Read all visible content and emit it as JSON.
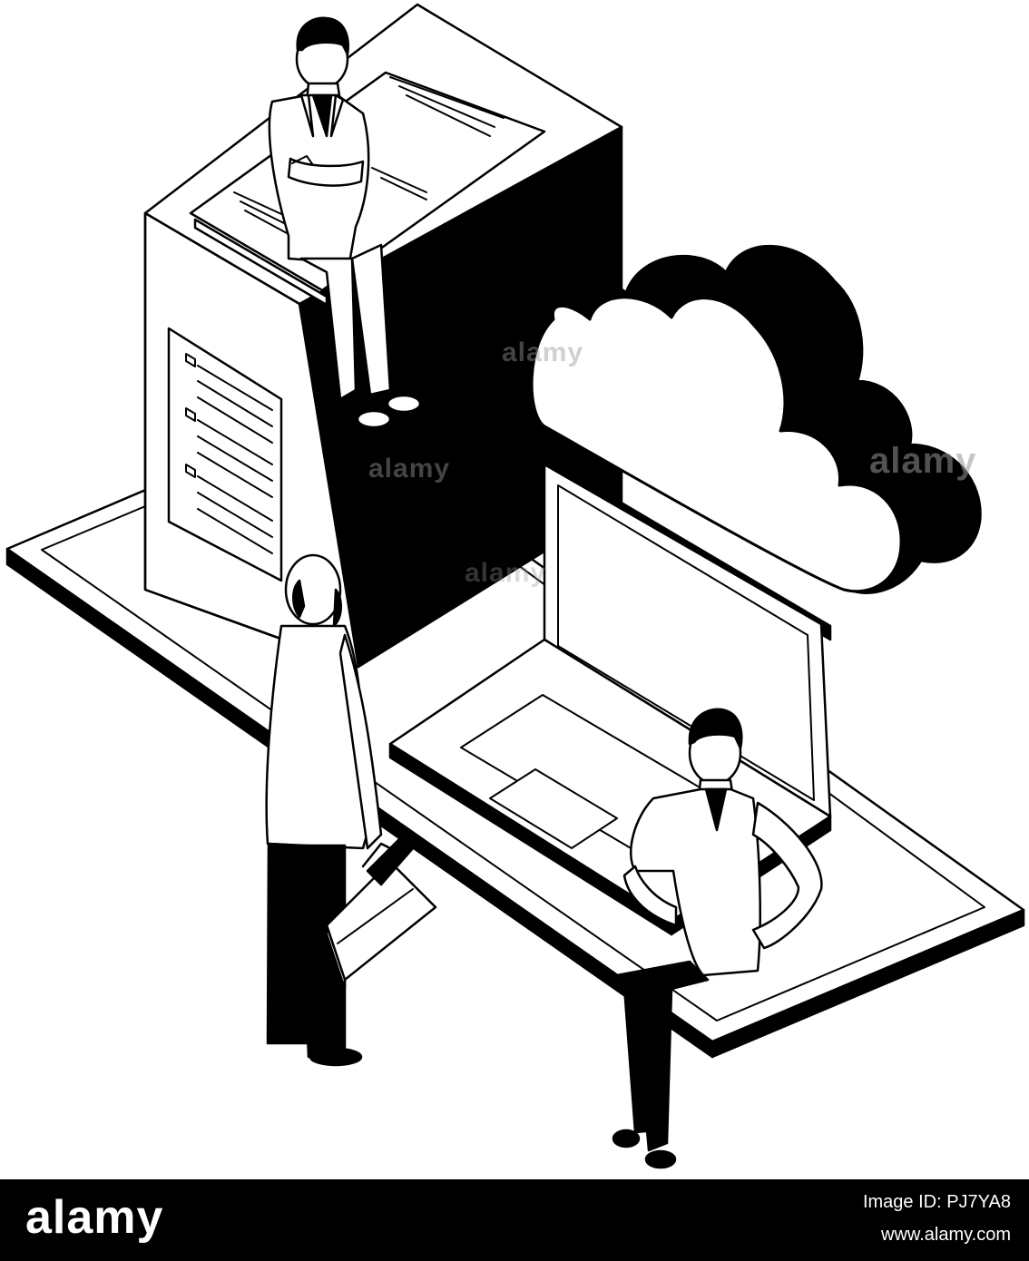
{
  "watermark": {
    "text": "alamy"
  },
  "footer": {
    "logo": "alamy",
    "image_id": "Image ID: PJ7YA8",
    "url": "www.alamy.com"
  },
  "colors": {
    "ink": "#000000",
    "paper": "#ffffff",
    "footer_bg": "#000000",
    "watermark": "#969696"
  },
  "icons": [
    "server-tower-icon",
    "cloud-icon",
    "laptop-icon",
    "smartphone-icon",
    "briefcase-icon"
  ]
}
